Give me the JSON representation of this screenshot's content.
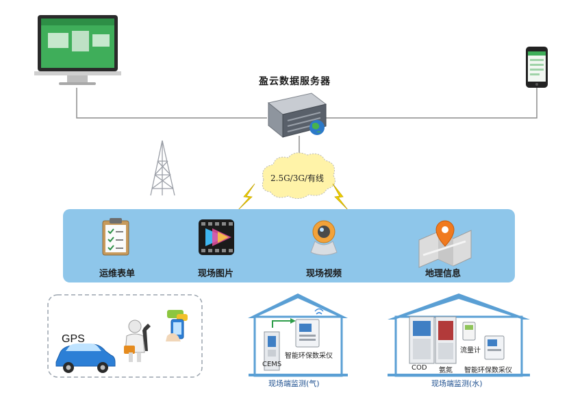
{
  "server": {
    "title": "盈云数据服务器"
  },
  "network": {
    "label": "2.5G/3G/有线"
  },
  "modules": [
    {
      "label": "运维表单",
      "icon": "clipboard-icon"
    },
    {
      "label": "现场图片",
      "icon": "film-icon"
    },
    {
      "label": "现场视频",
      "icon": "webcam-icon"
    },
    {
      "label": "地理信息",
      "icon": "map-pin-icon"
    }
  ],
  "gps_group": {
    "label": "GPS"
  },
  "site_air": {
    "caption": "现场端监测(气)",
    "cems_label": "CEMS",
    "collector_label": "智能环保数采仪"
  },
  "site_water": {
    "caption": "现场端监测(水)",
    "cod_label": "COD",
    "ammonia_label": "氨氮",
    "flow_label": "流量计",
    "collector_label": "智能环保数采仪"
  },
  "colors": {
    "panel": "#8ec6ea",
    "house_roof": "#5a9fd4",
    "cloud": "#fff3a8",
    "lightning": "#f0d000",
    "link_line": "#888888"
  }
}
